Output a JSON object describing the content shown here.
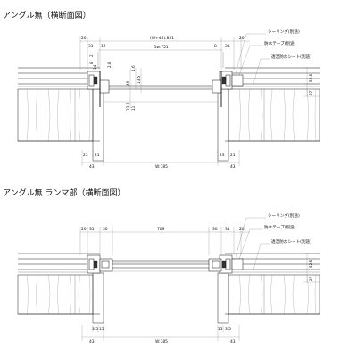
{
  "diagram_1": {
    "title": "アングル無（横断面図）",
    "top_dims": [
      "20",
      "31",
      "12",
      "(W+46):831",
      "Dw:751",
      "8",
      "31",
      "20"
    ],
    "left_small_dims": [
      "2",
      "8",
      "14",
      "2.8"
    ],
    "mid_dims": [
      "40",
      "1.6",
      "13.5",
      "23.4",
      "11"
    ],
    "right_dims": [
      "52.5",
      "27"
    ],
    "bottom_dims": [
      "23",
      "21",
      "43",
      "W:785",
      "23",
      "21",
      "43"
    ],
    "notes": [
      "シーリング(別途)",
      "防水テープ(別途)",
      "透湿防水シート(別途)"
    ]
  },
  "diagram_2": {
    "title": "アングル無 ランマ部（横断面図）",
    "top_dims": [
      "20",
      "31",
      "30",
      "709",
      "30",
      "31",
      "20"
    ],
    "right_dims": [
      "52.5",
      "27"
    ],
    "bottom_dims": [
      "3.5",
      "15",
      "15",
      "3.5",
      "43",
      "W:785",
      "43"
    ],
    "notes": [
      "シーリング(別途)",
      "防水テープ(別途)",
      "透湿防水シート(別途)"
    ]
  }
}
